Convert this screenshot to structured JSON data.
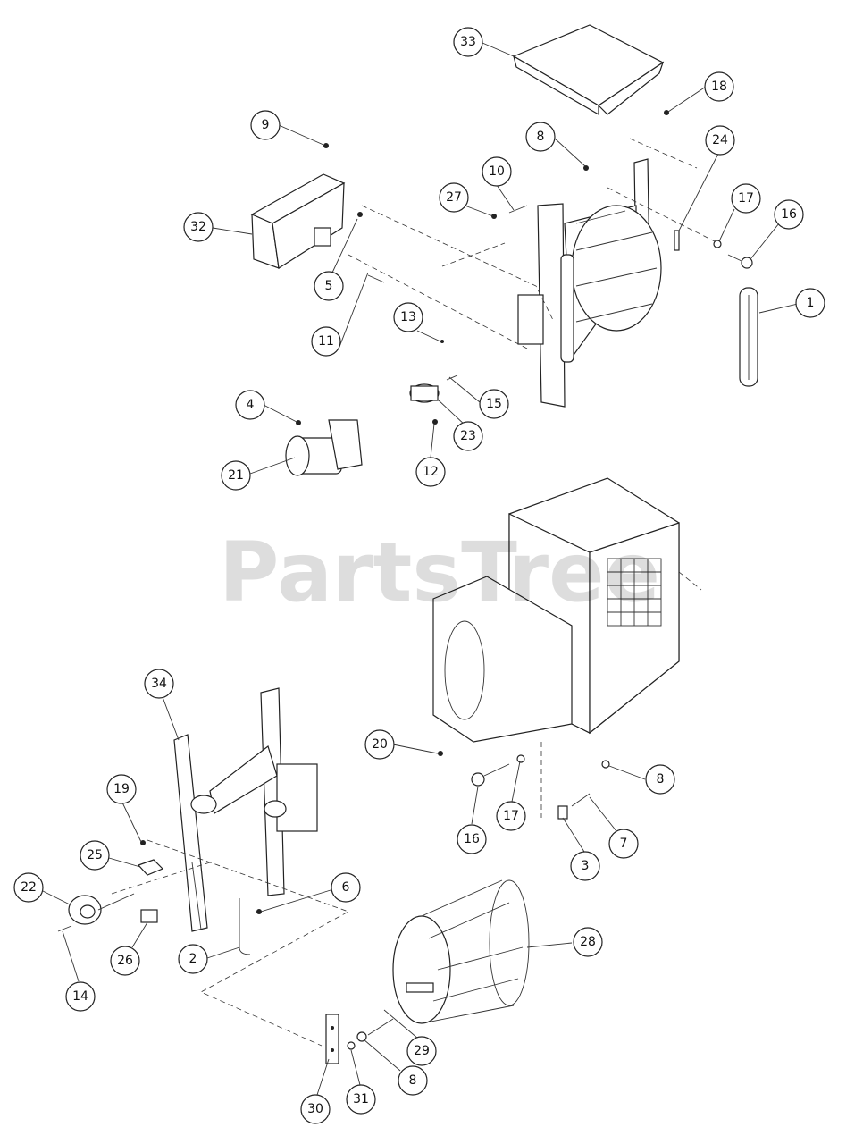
{
  "watermark": "PartsTree",
  "callouts": [
    "33",
    "18",
    "9",
    "8",
    "24",
    "10",
    "27",
    "17",
    "16",
    "32",
    "5",
    "1",
    "13",
    "11",
    "15",
    "4",
    "23",
    "12",
    "21",
    "34",
    "20",
    "8",
    "19",
    "17",
    "16",
    "7",
    "3",
    "25",
    "22",
    "6",
    "26",
    "2",
    "14",
    "28",
    "29",
    "8",
    "30",
    "31"
  ]
}
